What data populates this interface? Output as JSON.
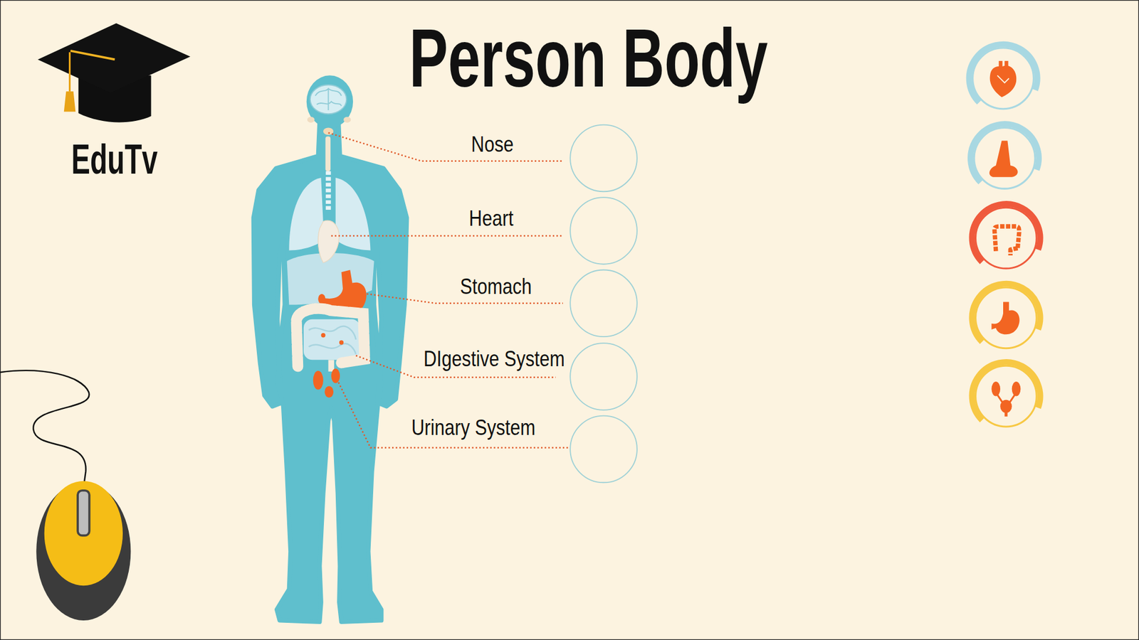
{
  "diagram": {
    "title": "Person Body",
    "labels": [
      "EduTv",
      "Nose",
      "Heart",
      "Stomach",
      "DIgestive System",
      "Urinary System"
    ]
  }
}
